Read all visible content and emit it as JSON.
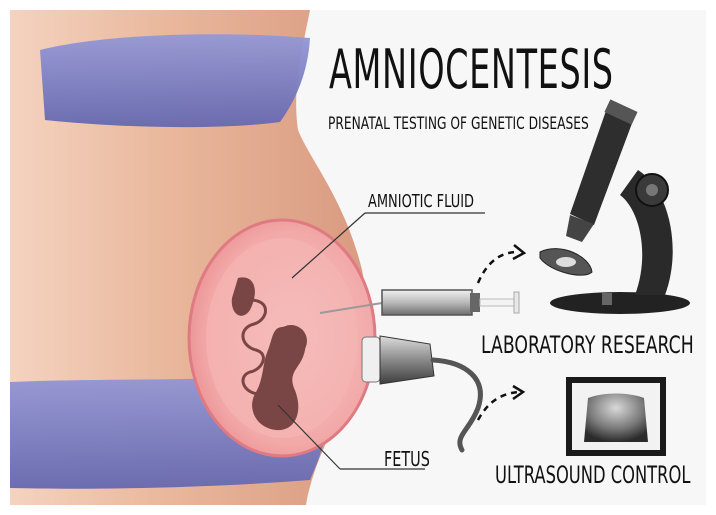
{
  "title": "AMNIOCENTESIS",
  "subtitle": "PRENATAL TESTING OF GENETIC DISEASES",
  "labels": {
    "amniotic_fluid": "AMNIOTIC FLUID",
    "fetus": "FETUS",
    "laboratory_research": "LABORATORY RESEARCH",
    "ultrasound_control": "ULTRASOUND CONTROL"
  },
  "colors": {
    "skin": "#e8b497",
    "clothing": "#7f82c6",
    "uterus": "#f29f9f",
    "fetus": "#7a4545",
    "ink": "#111111"
  }
}
